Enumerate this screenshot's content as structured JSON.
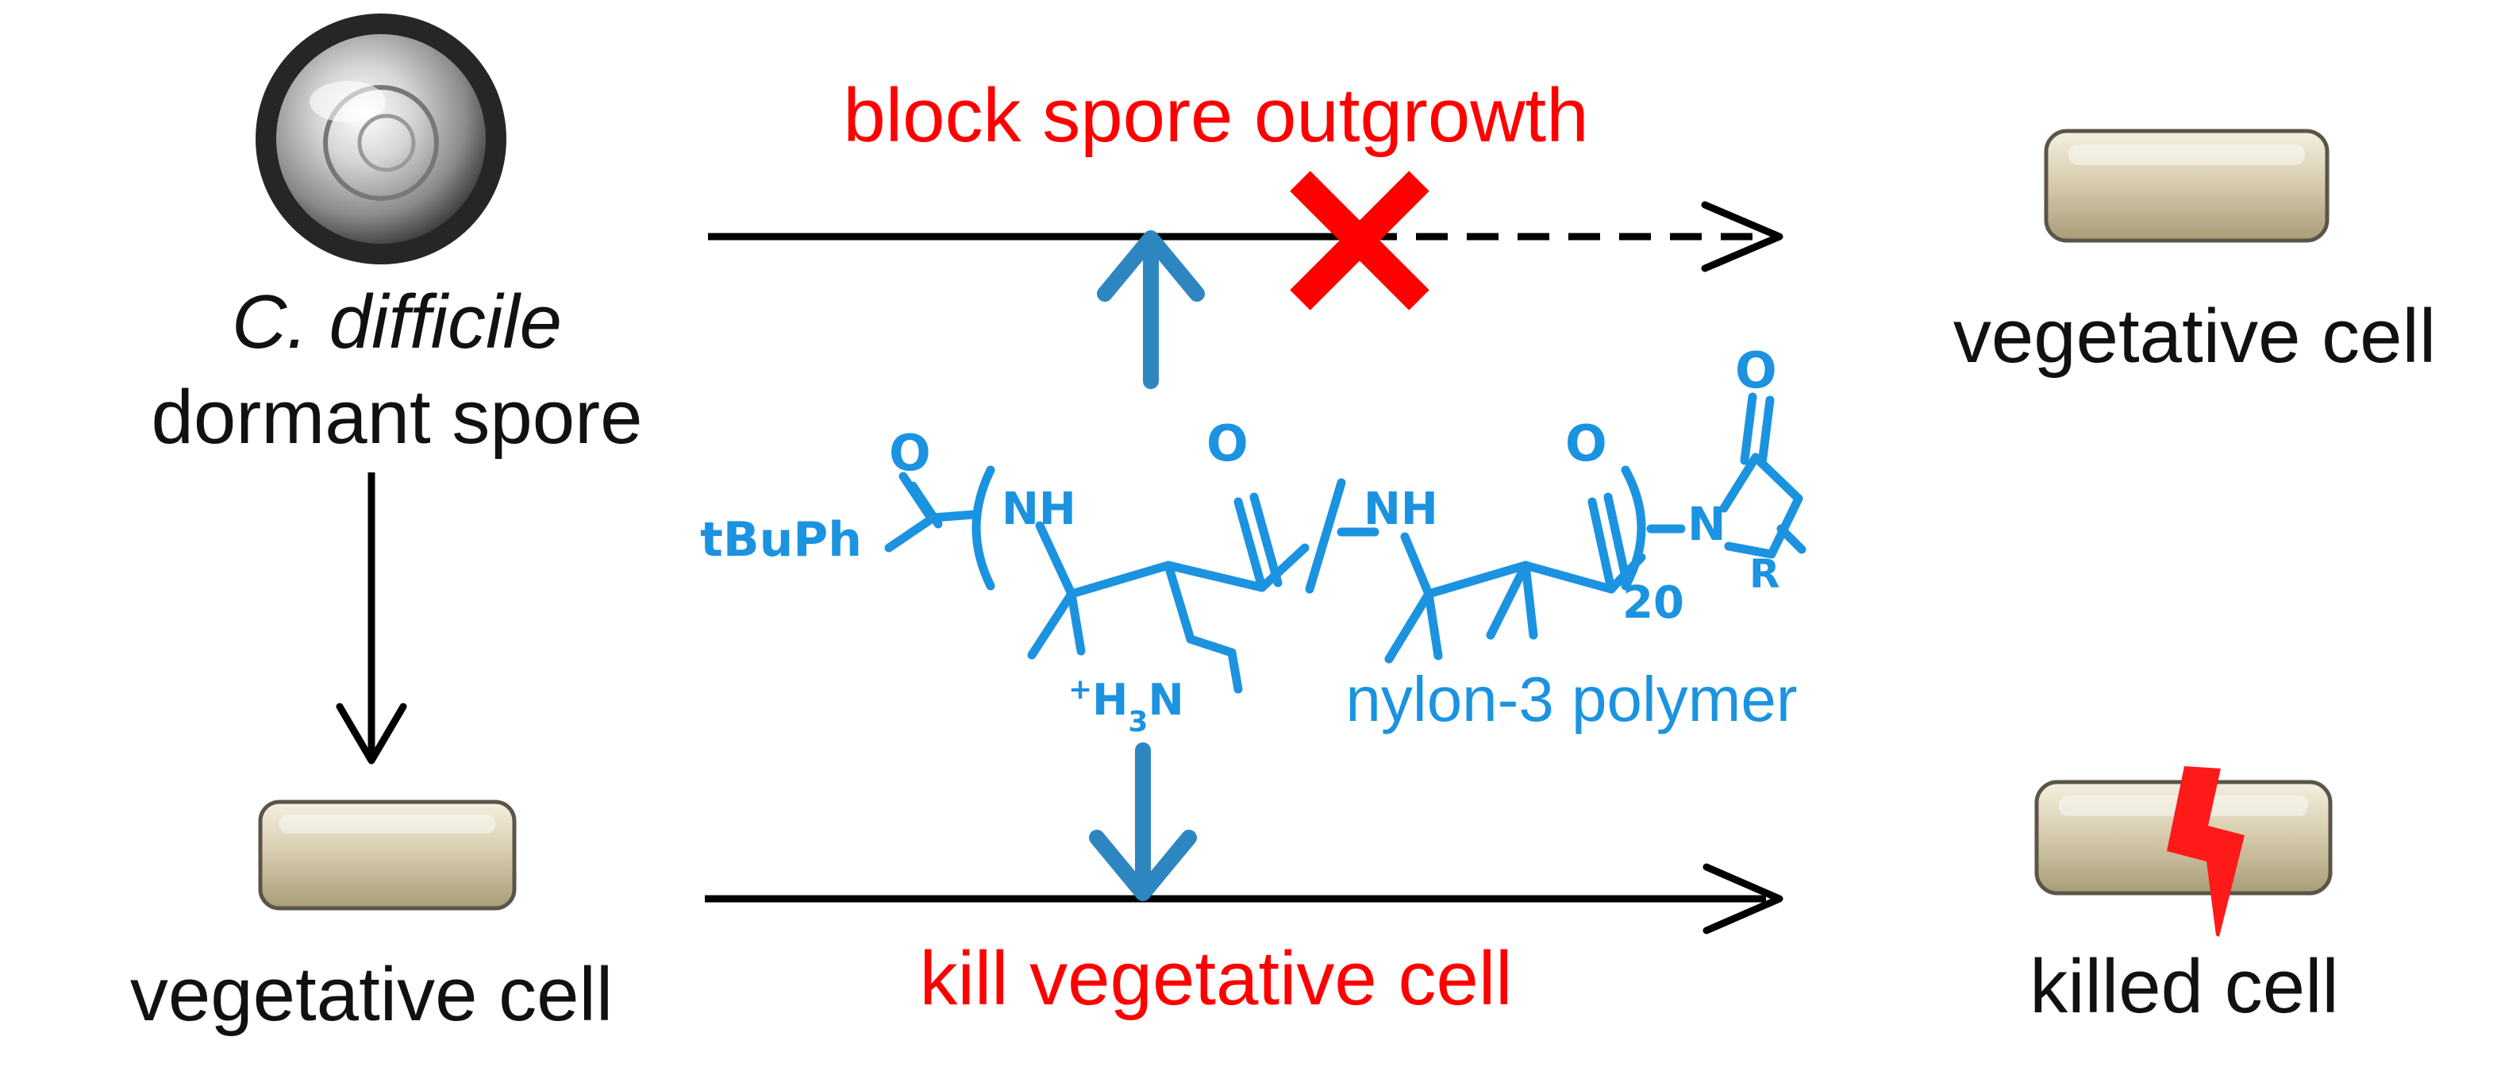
{
  "labels": {
    "organism": "C. difficile",
    "spore_state": "dormant spore",
    "top_right_cell": "vegetative cell",
    "bottom_left_cell": "vegetative cell",
    "bottom_right_cell": "killed cell",
    "top_action": "block spore outgrowth",
    "bottom_action": "kill vegetative cell",
    "polymer_name": "nylon-3 polymer"
  },
  "chemistry": {
    "end_group": "tBuPh",
    "amide_nh_1": "NH",
    "amide_nh_2": "NH",
    "carbonyl_o_1": "O",
    "carbonyl_o_2": "O",
    "carbonyl_o_3": "O",
    "carbonyl_o_4": "O",
    "ammonium_plus": "+",
    "ammonium_h": "H",
    "ammonium_sub": "3",
    "ammonium_n": "N",
    "ring_n": "N",
    "ring_r": "R",
    "repeat_count": "20"
  },
  "colors": {
    "text": "#111111",
    "highlight": "#ff0000",
    "polymer": "#1b93e0",
    "polymer_arrow": "#2e86c1",
    "cell_fill": "#d8ceb0",
    "blocked_marker": "#ff0000"
  },
  "icons": {
    "blocked": "red-x-icon",
    "damage": "lightning-bolt-icon",
    "spore": "spore-icon"
  }
}
